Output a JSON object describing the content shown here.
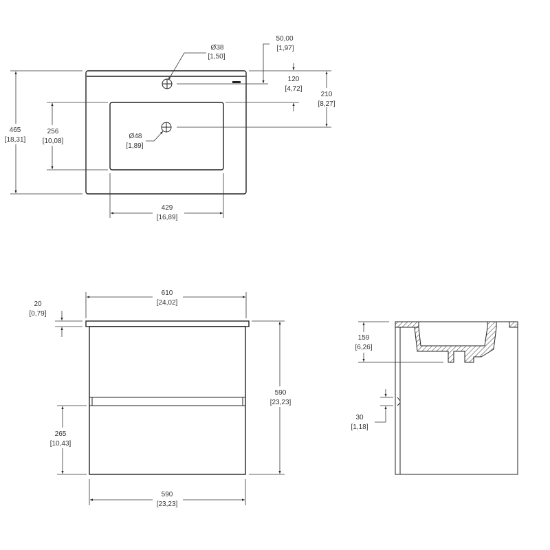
{
  "top_view": {
    "overall_depth": {
      "mm": "465",
      "in": "[18,31]"
    },
    "basin_depth": {
      "mm": "256",
      "in": "[10,08]"
    },
    "basin_width": {
      "mm": "429",
      "in": "[16,89]"
    },
    "tap_hole_diameter": {
      "mm": "Ø38",
      "in": "[1,50]"
    },
    "drain_hole_diameter": {
      "mm": "Ø48",
      "in": "[1,89]"
    },
    "tap_hole_offset": {
      "mm": "50,00",
      "in": "[1,97]"
    },
    "basin_offset": {
      "mm": "120",
      "in": "[4,72]"
    },
    "drain_offset": {
      "mm": "210",
      "in": "[8,27]"
    }
  },
  "front_view": {
    "top_width": {
      "mm": "610",
      "in": "[24,02]"
    },
    "top_thickness": {
      "mm": "20",
      "in": "[0,79]"
    },
    "total_height": {
      "mm": "590",
      "in": "[23,23]"
    },
    "drawer_height": {
      "mm": "265",
      "in": "[10,43]"
    },
    "cabinet_width": {
      "mm": "590",
      "in": "[23,23]"
    }
  },
  "side_view": {
    "basin_height": {
      "mm": "159",
      "in": "[6,26]"
    },
    "handle_gap": {
      "mm": "30",
      "in": "[1,18]"
    }
  }
}
